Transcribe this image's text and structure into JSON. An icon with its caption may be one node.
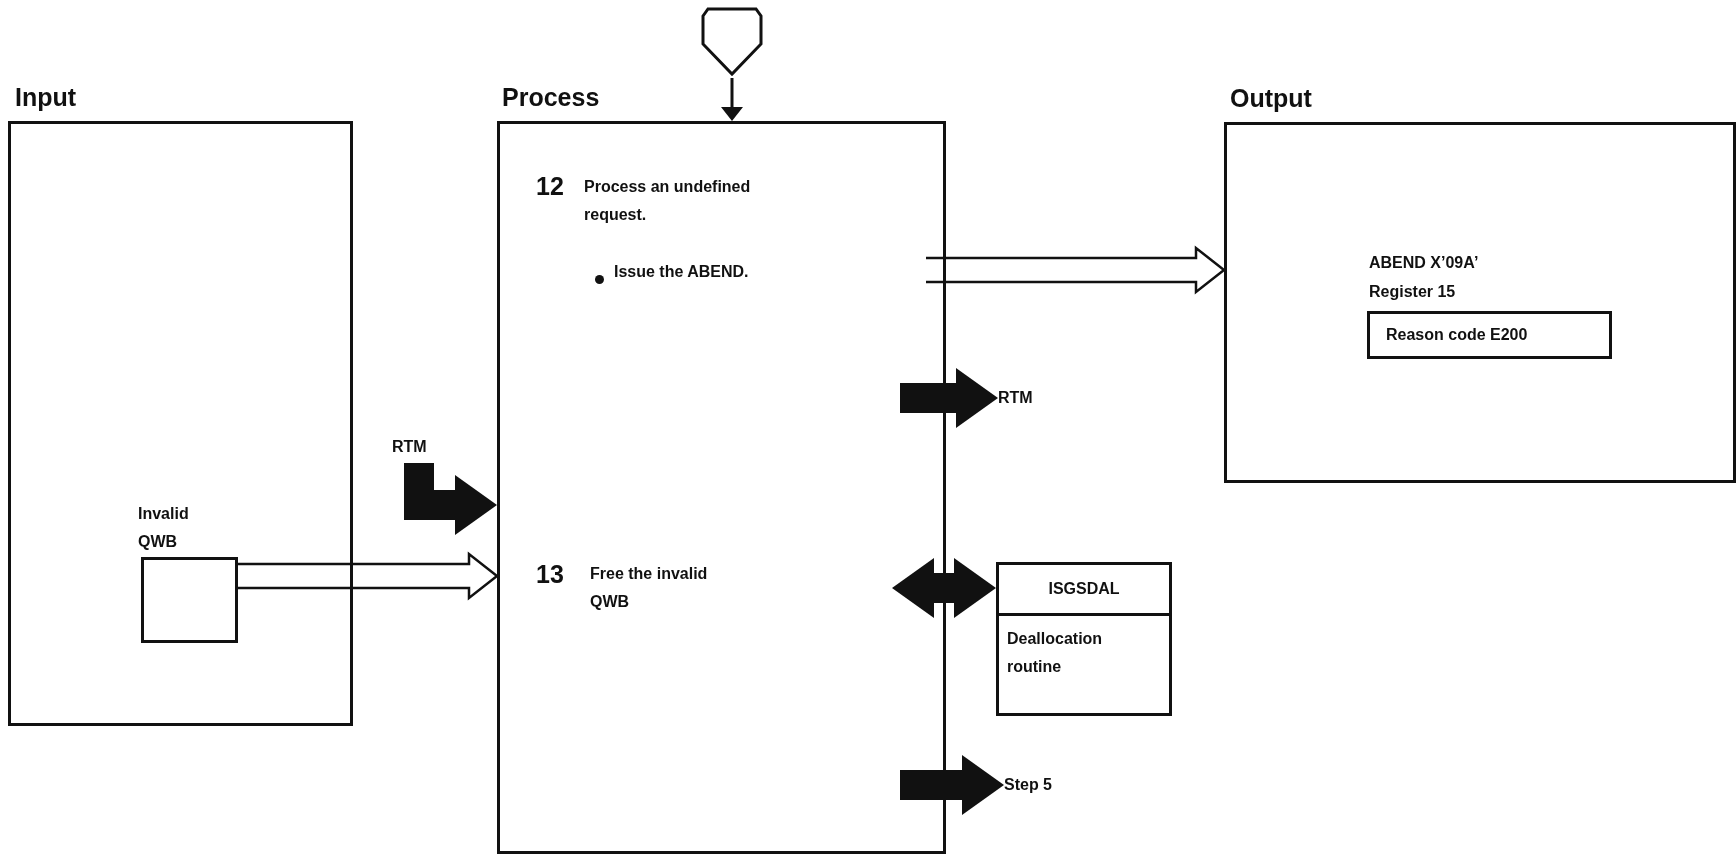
{
  "diagram": {
    "nodes": [
      {
        "text": [
          "Input"
        ]
      },
      {
        "text": [
          "Invalid QWB"
        ],
        "in": 0
      },
      {
        "text": [
          "Process",
          "12",
          "Process an undefined request.",
          "Issue the ABEND.",
          "13",
          "Free the invalid QWB"
        ]
      },
      {
        "text": [],
        "shape": "pentagon"
      },
      {
        "text": [
          "Output",
          "ABEND X’09A’",
          "Register 15"
        ]
      },
      {
        "text": [
          "Reason code E200"
        ],
        "in": 4
      },
      {
        "text": [
          "RTM"
        ]
      },
      {
        "text": [
          "RTM"
        ]
      },
      {
        "text": [
          "ISGSDAL",
          "Deallocation routine"
        ]
      },
      {
        "text": [
          "Step 5"
        ]
      }
    ],
    "edges": [
      {
        "from": 1,
        "to": 2,
        "arrow": "to"
      },
      {
        "from": 2,
        "to": 4,
        "arrow": "to"
      },
      {
        "from": 3,
        "to": 2,
        "arrow": "to"
      },
      {
        "from": 6,
        "to": 2,
        "arrow": "to"
      },
      {
        "from": 2,
        "to": 7,
        "arrow": "to"
      },
      {
        "from": 2,
        "to": 8,
        "arrow": "both"
      },
      {
        "from": 2,
        "to": 9,
        "arrow": "to"
      }
    ]
  }
}
